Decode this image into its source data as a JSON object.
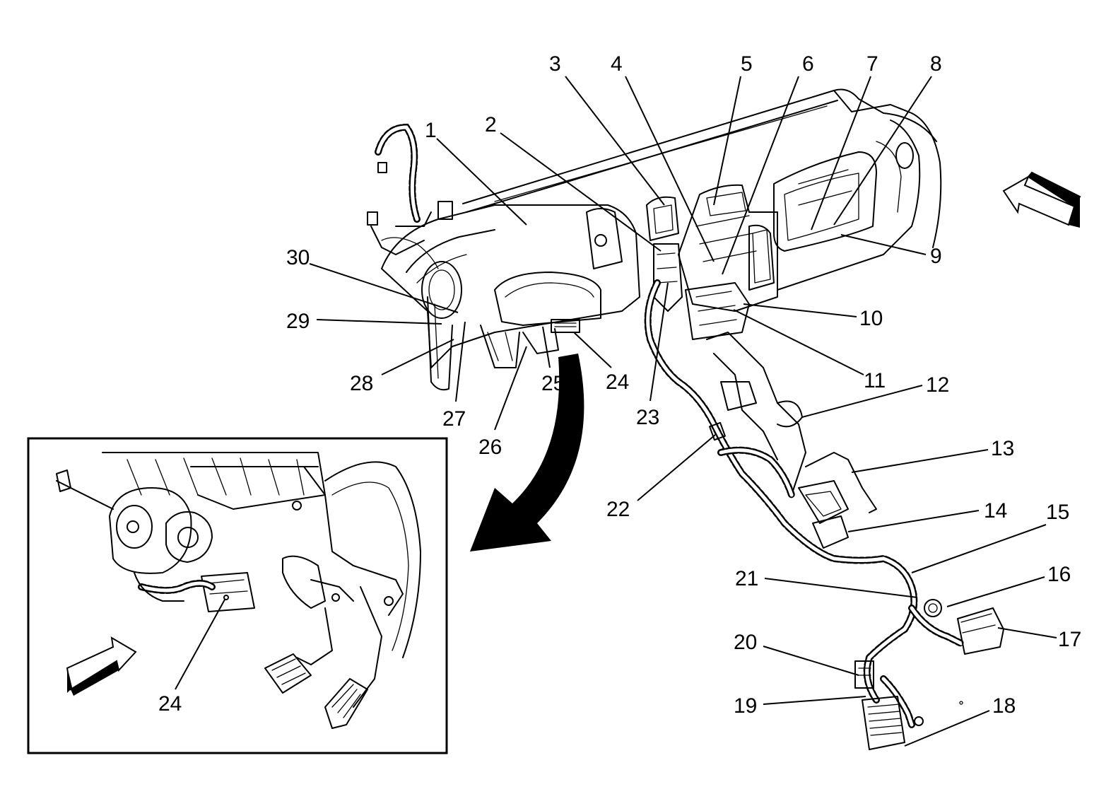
{
  "diagram": {
    "callouts": [
      {
        "id": "1",
        "label": "1"
      },
      {
        "id": "2",
        "label": "2"
      },
      {
        "id": "3",
        "label": "3"
      },
      {
        "id": "4",
        "label": "4"
      },
      {
        "id": "5",
        "label": "5"
      },
      {
        "id": "6",
        "label": "6"
      },
      {
        "id": "7",
        "label": "7"
      },
      {
        "id": "8",
        "label": "8"
      },
      {
        "id": "9",
        "label": "9"
      },
      {
        "id": "10",
        "label": "10"
      },
      {
        "id": "11",
        "label": "11"
      },
      {
        "id": "12",
        "label": "12"
      },
      {
        "id": "13",
        "label": "13"
      },
      {
        "id": "14",
        "label": "14"
      },
      {
        "id": "15",
        "label": "15"
      },
      {
        "id": "16",
        "label": "16"
      },
      {
        "id": "17",
        "label": "17"
      },
      {
        "id": "18",
        "label": "18"
      },
      {
        "id": "19",
        "label": "19"
      },
      {
        "id": "20",
        "label": "20"
      },
      {
        "id": "21",
        "label": "21"
      },
      {
        "id": "22",
        "label": "22"
      },
      {
        "id": "23",
        "label": "23"
      },
      {
        "id": "24",
        "label": "24"
      },
      {
        "id": "25",
        "label": "25"
      },
      {
        "id": "26",
        "label": "26"
      },
      {
        "id": "27",
        "label": "27"
      },
      {
        "id": "28",
        "label": "28"
      },
      {
        "id": "29",
        "label": "29"
      },
      {
        "id": "30",
        "label": "30"
      }
    ],
    "inset": {
      "callouts": [
        {
          "id": "24",
          "label": "24"
        }
      ]
    },
    "colors": {
      "line": "#000000",
      "background": "#ffffff"
    }
  }
}
